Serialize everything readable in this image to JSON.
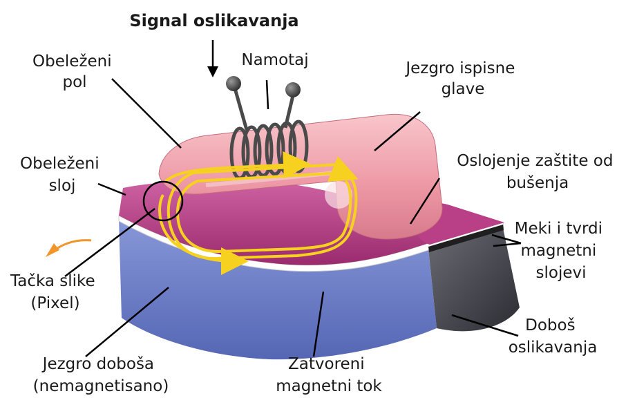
{
  "title": "Signal oslikavanja",
  "labels": {
    "obelezeni_pol": [
      "Obeleženi",
      "pol"
    ],
    "namotaj": "Namotaj",
    "jezgro_glave": [
      "Jezgro ispisne",
      "glave"
    ],
    "obelezeni_sloj": [
      "Obeleženi",
      "sloj"
    ],
    "oslojenje": [
      "Oslojenje zaštite od",
      "bušenja"
    ],
    "meki_tvrdi": [
      "Meki i tvrdi",
      "magnetni",
      "slojevi"
    ],
    "tacka_slike": [
      "Tačka slike",
      "(Pixel)"
    ],
    "dobos": [
      "Doboš",
      "oslikavanja"
    ],
    "jezgro_dobosa": [
      "Jezgro doboša",
      "(nemagnetisano)"
    ],
    "zatvoreni_tok": [
      "Zatvoreni",
      "magnetni tok"
    ]
  },
  "colors": {
    "drum_blue": "#6a7ec8",
    "drum_dark": "#3b3b44",
    "magenta_layer": "#b2307e",
    "pink_core": "#f2a3ac",
    "flux_yellow": "#f6d11f",
    "arrow_orange": "#f2952a",
    "coil": "#4a4a4a"
  }
}
